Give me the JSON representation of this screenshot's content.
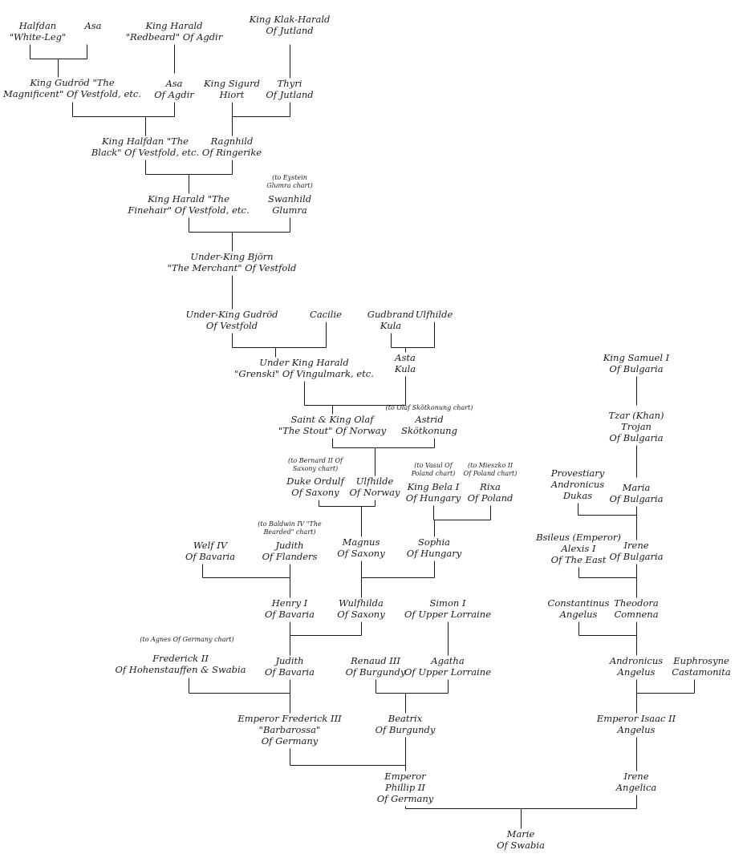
{
  "people": {
    "halfdan": [
      "Halfdan",
      "\"White-Leg\""
    ],
    "asa1": [
      "Asa"
    ],
    "harald_redbeard": [
      "King Harald",
      "\"Redbeard\" Of Agdir"
    ],
    "klak": [
      "King Klak-Harald",
      "Of Jutland"
    ],
    "gudrod_mag": [
      "King Gudröd \"The",
      "Magnificent\" Of Vestfold, etc."
    ],
    "asa_agdir": [
      "Asa",
      "Of Agdir"
    ],
    "sigurd": [
      "King Sigurd",
      "Hiort"
    ],
    "thyri": [
      "Thyri",
      "Of Jutland"
    ],
    "halfdan_black": [
      "King Halfdan \"The",
      "Black\" Of Vestfold, etc."
    ],
    "ragnhild": [
      "Ragnhild",
      "Of Ringerike"
    ],
    "harald_fine": [
      "King Harald \"The",
      "Finehair\" Of Vestfold, etc."
    ],
    "swanhild": [
      "Swanhild",
      "Glumra"
    ],
    "bjorn": [
      "Under-King Björn",
      "\"The Merchant\" Of Vestfold"
    ],
    "gudrod_v": [
      "Under-King Gudröd",
      "Of Vestfold"
    ],
    "cacilie": [
      "Cacilie"
    ],
    "gudbrand": [
      "Gudbrand",
      "Kula"
    ],
    "ulfhilde1": [
      "Ulfhilde"
    ],
    "harald_grenski": [
      "Under King Harald",
      "\"Grenski\" Of Vingulmark, etc."
    ],
    "asta": [
      "Asta",
      "Kula"
    ],
    "olaf": [
      "Saint & King Olaf",
      "\"The Stout\" Of Norway"
    ],
    "astrid": [
      "Astrid",
      "Skötkonung"
    ],
    "samuel": [
      "King Samuel I",
      "Of Bulgaria"
    ],
    "trojan": [
      "Tzar (Khan)",
      "Trojan",
      "Of Bulgaria"
    ],
    "ordulf": [
      "Duke Ordulf",
      "Of Saxony"
    ],
    "ulfhilde_n": [
      "Ulfhilde",
      "Of Norway"
    ],
    "bela": [
      "King Bela I",
      "Of Hungary"
    ],
    "rixa": [
      "Rixa",
      "Of Poland"
    ],
    "andronicus_dukas": [
      "Provestiary",
      "Andronicus",
      "Dukas"
    ],
    "maria": [
      "Maria",
      "Of Bulgaria"
    ],
    "welf": [
      "Welf IV",
      "Of Bavaria"
    ],
    "judith_f": [
      "Judith",
      "Of Flanders"
    ],
    "magnus": [
      "Magnus",
      "Of Saxony"
    ],
    "sophia": [
      "Sophia",
      "Of Hungary"
    ],
    "alexis": [
      "Bsileus (Emperor)",
      "Alexis I",
      "Of The East"
    ],
    "irene_b": [
      "Irene",
      "Of Bulgaria"
    ],
    "henry": [
      "Henry I",
      "Of Bavaria"
    ],
    "wulfhilda": [
      "Wulfhilda",
      "Of Saxony"
    ],
    "simon": [
      "Simon I",
      "Of Upper Lorraine"
    ],
    "constantinus": [
      "Constantinus",
      "Angelus"
    ],
    "theodora": [
      "Theodora",
      "Comnena"
    ],
    "frederick2": [
      "Frederick II",
      "Of Hohenstauffen & Swabia"
    ],
    "judith_b": [
      "Judith",
      "Of Bavaria"
    ],
    "renaud": [
      "Renaud III",
      "Of Burgundy"
    ],
    "agatha": [
      "Agatha",
      "Of Upper Lorraine"
    ],
    "andronicus_a": [
      "Andronicus",
      "Angelus"
    ],
    "euphrosyne": [
      "Euphrosyne",
      "Castamonita"
    ],
    "barbarossa": [
      "Emperor Frederick III",
      "\"Barbarossa\"",
      "Of Germany"
    ],
    "beatrix": [
      "Beatrix",
      "Of Burgundy"
    ],
    "isaac": [
      "Emperor Isaac II",
      "Angelus"
    ],
    "phillip": [
      "Emperor",
      "Phillip II",
      "Of Germany"
    ],
    "irene_a": [
      "Irene",
      "Angelica"
    ],
    "marie": [
      "Marie",
      "Of Swabia"
    ]
  },
  "notes": {
    "eystein": [
      "(to Eystein",
      "Glumra chart)"
    ],
    "olaf_sk": [
      "(to Olaf Skötkonung chart)"
    ],
    "bernard": [
      "(to Bernard II Of",
      "Saxony chart)"
    ],
    "vasul": [
      "(to Vasul Of",
      "Poland chart)"
    ],
    "mieszko": [
      "(to Mieszko II",
      "Of Poland chart)"
    ],
    "baldwin": [
      "(to Baldwin IV \"The",
      "Bearded\" chart)"
    ],
    "agnes": [
      "(to Agnes Of Germany chart)"
    ]
  }
}
